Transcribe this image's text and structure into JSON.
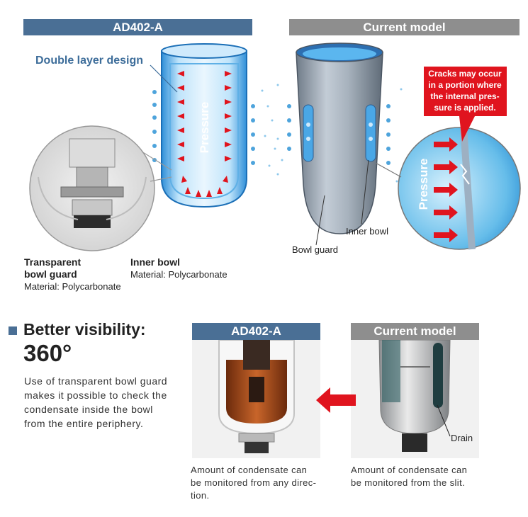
{
  "top": {
    "left_header": "AD402-A",
    "right_header": "Current model",
    "double_layer_label": "Double layer design",
    "pressure_left": "Pressure",
    "pressure_right": "Pressure",
    "crack_note": [
      "Cracks may occur",
      "in a portion where",
      "the internal pres-",
      "sure is applied."
    ],
    "transparent_guard_label": [
      "Transparent",
      "bowl guard"
    ],
    "transparent_guard_material": "Material: Polycarbonate",
    "inner_bowl_left_label": "Inner bowl",
    "inner_bowl_left_material": "Material: Polycarbonate",
    "inner_bowl_right_label": "Inner bowl",
    "bowl_guard_label": "Bowl guard"
  },
  "bottom": {
    "visibility_title": "Better visibility:",
    "visibility_angle": "360°",
    "description": [
      "Use of transparent bowl guard",
      "makes it possible to check the",
      "condensate inside the bowl",
      "from the entire periphery."
    ],
    "left_header": "AD402-A",
    "right_header": "Current model",
    "drain_label": "Drain",
    "left_caption": [
      "Amount of condensate can",
      "be monitored from any direc-",
      "tion."
    ],
    "right_caption": [
      "Amount of condensate can",
      "be monitored from the slit."
    ]
  },
  "colors": {
    "header_blue": "#4a6f95",
    "header_gray": "#8e8e8e",
    "accent_red": "#e0141e",
    "label_blue": "#3d6d9a"
  }
}
